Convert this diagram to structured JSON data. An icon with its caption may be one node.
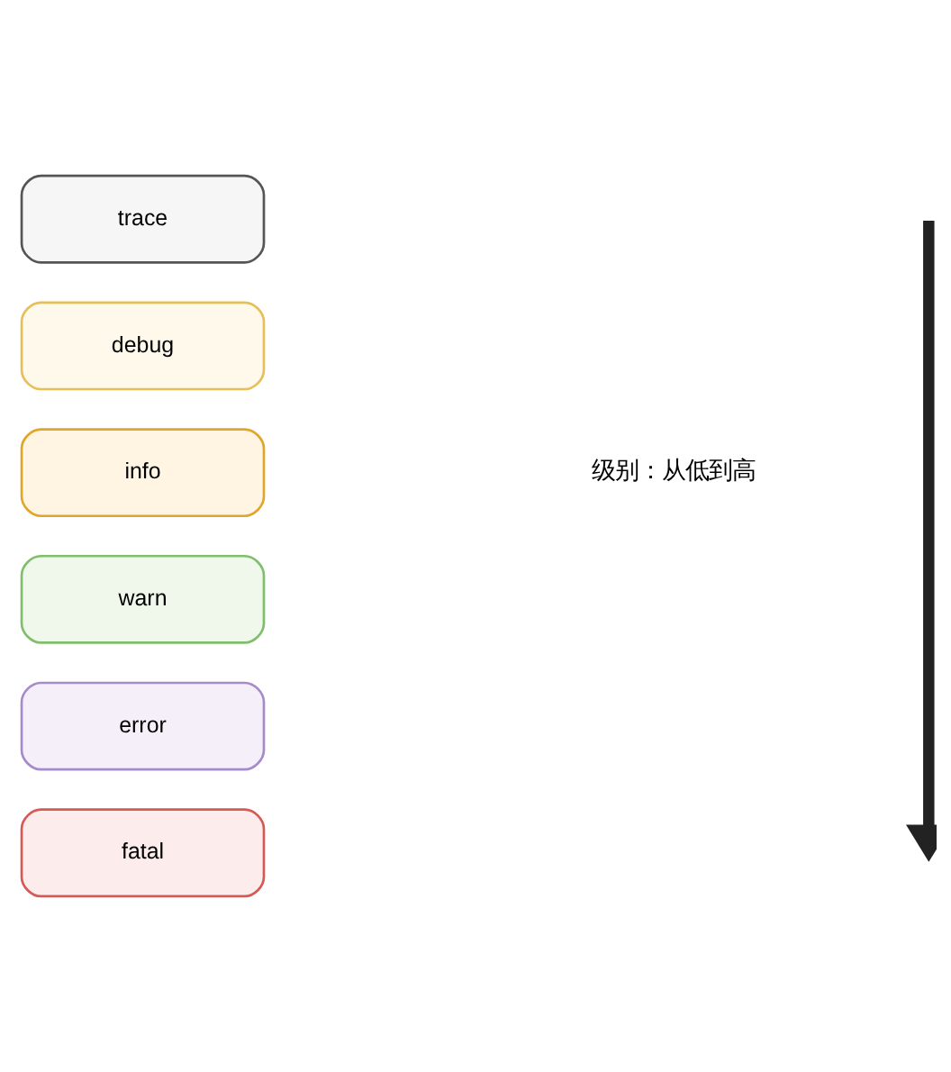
{
  "diagram": {
    "nodes": [
      {
        "text": [
          "trace"
        ]
      },
      {
        "text": [
          "debug"
        ]
      },
      {
        "text": [
          "info"
        ]
      },
      {
        "text": [
          "warn"
        ]
      },
      {
        "text": [
          "error"
        ]
      },
      {
        "text": [
          "fatal"
        ]
      }
    ],
    "labels": [
      "级别：从低到高"
    ]
  }
}
